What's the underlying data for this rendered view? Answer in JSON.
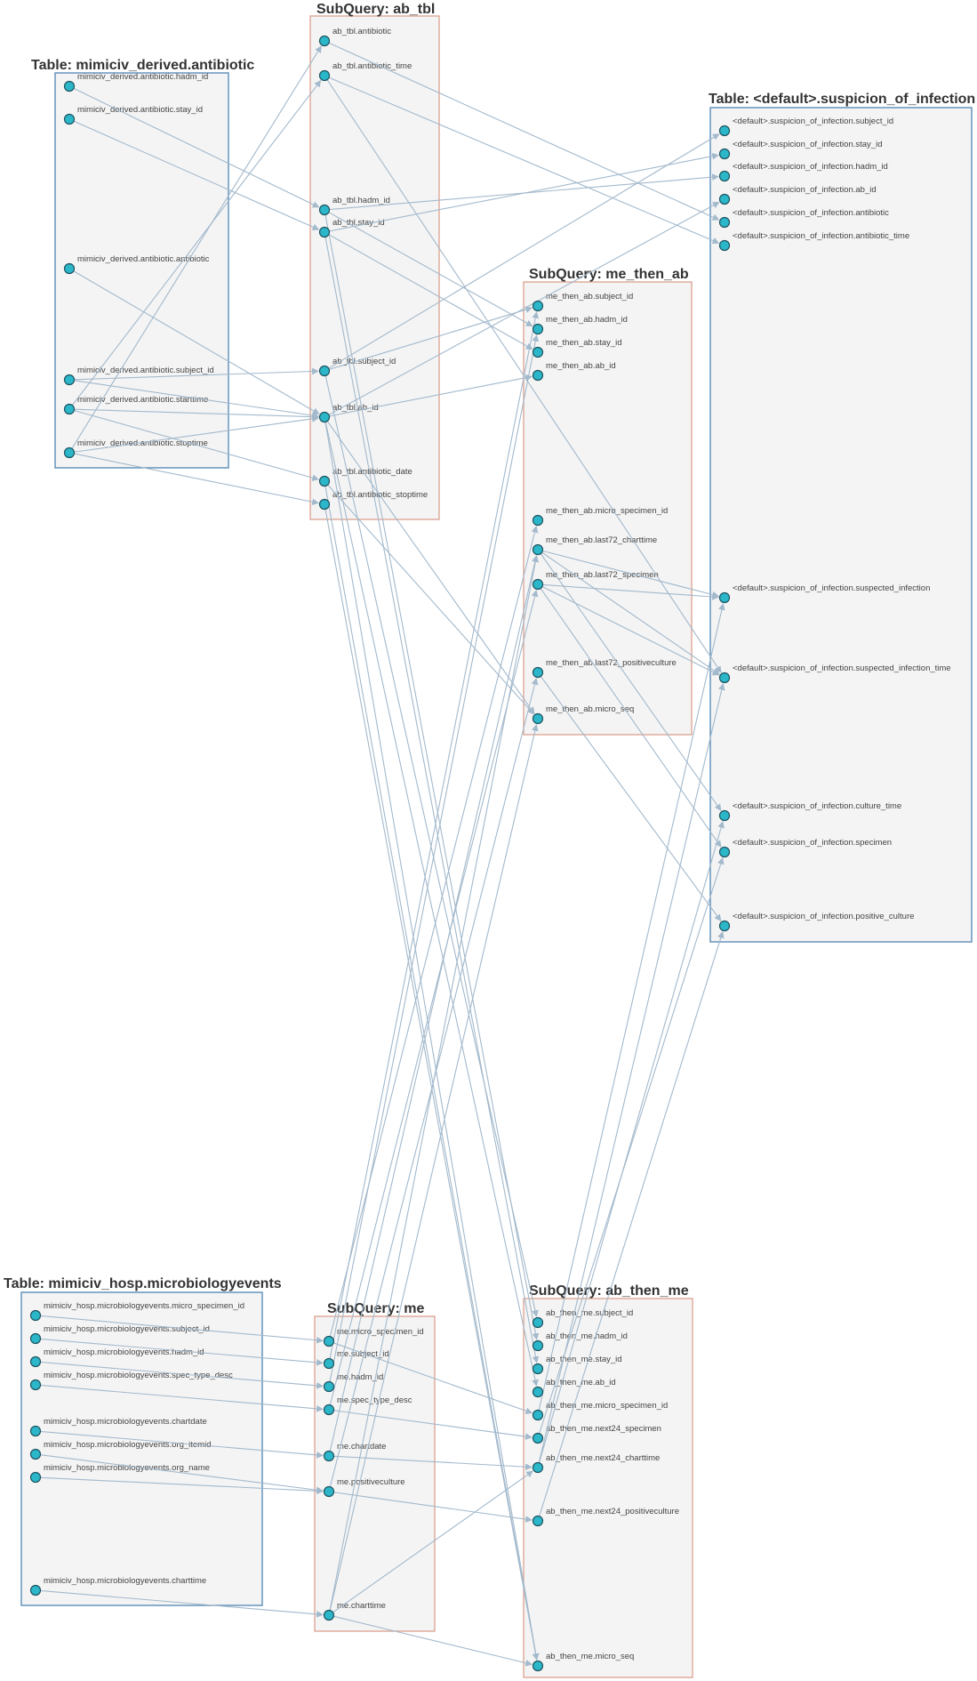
{
  "colors": {
    "table_border": "#5b8db8",
    "subquery_border": "#dea796",
    "box_fill": "#f4f4f4",
    "node_fill": "#2bb7c9",
    "node_stroke": "#1d5360",
    "edge": "#a3b9cc"
  },
  "boxes": [
    {
      "id": "abx",
      "kind": "table",
      "title": "Table: mimiciv_derived.antibiotic",
      "columns": [
        "mimiciv_derived.antibiotic.hadm_id",
        "mimiciv_derived.antibiotic.stay_id",
        "mimiciv_derived.antibiotic.antibiotic",
        "mimiciv_derived.antibiotic.subject_id",
        "mimiciv_derived.antibiotic.starttime",
        "mimiciv_derived.antibiotic.stoptime"
      ]
    },
    {
      "id": "ab",
      "kind": "subquery",
      "title": "SubQuery: ab_tbl",
      "columns": [
        "ab_tbl.antibiotic",
        "ab_tbl.antibiotic_time",
        "ab_tbl.hadm_id",
        "ab_tbl.stay_id",
        "ab_tbl.subject_id",
        "ab_tbl.ab_id",
        "ab_tbl.antibiotic_date",
        "ab_tbl.antibiotic_stoptime"
      ]
    },
    {
      "id": "soi",
      "kind": "table",
      "title": "Table: <default>.suspicion_of_infection",
      "columns": [
        "<default>.suspicion_of_infection.subject_id",
        "<default>.suspicion_of_infection.stay_id",
        "<default>.suspicion_of_infection.hadm_id",
        "<default>.suspicion_of_infection.ab_id",
        "<default>.suspicion_of_infection.antibiotic",
        "<default>.suspicion_of_infection.antibiotic_time",
        "<default>.suspicion_of_infection.suspected_infection",
        "<default>.suspicion_of_infection.suspected_infection_time",
        "<default>.suspicion_of_infection.culture_time",
        "<default>.suspicion_of_infection.specimen",
        "<default>.suspicion_of_infection.positive_culture"
      ]
    },
    {
      "id": "mta",
      "kind": "subquery",
      "title": "SubQuery: me_then_ab",
      "columns": [
        "me_then_ab.subject_id",
        "me_then_ab.hadm_id",
        "me_then_ab.stay_id",
        "me_then_ab.ab_id",
        "me_then_ab.micro_specimen_id",
        "me_then_ab.last72_charttime",
        "me_then_ab.last72_specimen",
        "me_then_ab.last72_positiveculture",
        "me_then_ab.micro_seq"
      ]
    },
    {
      "id": "mic",
      "kind": "table",
      "title": "Table: mimiciv_hosp.microbiologyevents",
      "columns": [
        "mimiciv_hosp.microbiologyevents.micro_specimen_id",
        "mimiciv_hosp.microbiologyevents.subject_id",
        "mimiciv_hosp.microbiologyevents.hadm_id",
        "mimiciv_hosp.microbiologyevents.spec_type_desc",
        "mimiciv_hosp.microbiologyevents.chartdate",
        "mimiciv_hosp.microbiologyevents.org_itemid",
        "mimiciv_hosp.microbiologyevents.org_name",
        "mimiciv_hosp.microbiologyevents.charttime"
      ]
    },
    {
      "id": "me",
      "kind": "subquery",
      "title": "SubQuery: me",
      "columns": [
        "me.micro_specimen_id",
        "me.subject_id",
        "me.hadm_id",
        "me.spec_type_desc",
        "me.chartdate",
        "me.positiveculture",
        "me.charttime"
      ]
    },
    {
      "id": "atm",
      "kind": "subquery",
      "title": "SubQuery: ab_then_me",
      "columns": [
        "ab_then_me.subject_id",
        "ab_then_me.hadm_id",
        "ab_then_me.stay_id",
        "ab_then_me.ab_id",
        "ab_then_me.micro_specimen_id",
        "ab_then_me.next24_specimen",
        "ab_then_me.next24_charttime",
        "ab_then_me.next24_positiveculture",
        "ab_then_me.micro_seq"
      ]
    }
  ],
  "edges": [
    [
      "abx.0",
      "ab.2"
    ],
    [
      "abx.1",
      "ab.3"
    ],
    [
      "abx.2",
      "ab.5"
    ],
    [
      "abx.3",
      "ab.4"
    ],
    [
      "abx.4",
      "ab.1"
    ],
    [
      "abx.4",
      "ab.5"
    ],
    [
      "abx.4",
      "ab.6"
    ],
    [
      "abx.5",
      "ab.0"
    ],
    [
      "abx.5",
      "ab.5"
    ],
    [
      "abx.5",
      "ab.7"
    ],
    [
      "abx.3",
      "ab.5"
    ],
    [
      "ab.0",
      "soi.4"
    ],
    [
      "ab.1",
      "soi.5"
    ],
    [
      "ab.2",
      "soi.2"
    ],
    [
      "ab.3",
      "soi.1"
    ],
    [
      "ab.4",
      "soi.0"
    ],
    [
      "ab.5",
      "soi.3"
    ],
    [
      "ab.2",
      "mta.1"
    ],
    [
      "ab.3",
      "mta.2"
    ],
    [
      "ab.4",
      "mta.0"
    ],
    [
      "ab.5",
      "mta.3"
    ],
    [
      "ab.5",
      "mta.8"
    ],
    [
      "ab.6",
      "mta.8"
    ],
    [
      "ab.1",
      "soi.7"
    ],
    [
      "ab.2",
      "atm.1"
    ],
    [
      "ab.3",
      "atm.2"
    ],
    [
      "ab.4",
      "atm.0"
    ],
    [
      "ab.5",
      "atm.3"
    ],
    [
      "ab.5",
      "atm.8"
    ],
    [
      "ab.6",
      "atm.8"
    ],
    [
      "ab.7",
      "atm.8"
    ],
    [
      "mic.0",
      "me.0"
    ],
    [
      "mic.1",
      "me.1"
    ],
    [
      "mic.2",
      "me.2"
    ],
    [
      "mic.3",
      "me.3"
    ],
    [
      "mic.4",
      "me.4"
    ],
    [
      "mic.5",
      "me.5"
    ],
    [
      "mic.6",
      "me.5"
    ],
    [
      "mic.7",
      "me.6"
    ],
    [
      "me.0",
      "mta.4"
    ],
    [
      "me.1",
      "mta.0"
    ],
    [
      "me.2",
      "mta.1"
    ],
    [
      "me.3",
      "mta.6"
    ],
    [
      "me.4",
      "mta.5"
    ],
    [
      "me.5",
      "mta.7"
    ],
    [
      "me.6",
      "mta.5"
    ],
    [
      "me.6",
      "mta.8"
    ],
    [
      "me.0",
      "atm.4"
    ],
    [
      "me.3",
      "atm.5"
    ],
    [
      "me.4",
      "atm.6"
    ],
    [
      "me.5",
      "atm.7"
    ],
    [
      "me.6",
      "atm.6"
    ],
    [
      "me.6",
      "atm.8"
    ],
    [
      "mta.5",
      "soi.7"
    ],
    [
      "mta.5",
      "soi.8"
    ],
    [
      "mta.6",
      "soi.6"
    ],
    [
      "mta.6",
      "soi.7"
    ],
    [
      "mta.6",
      "soi.9"
    ],
    [
      "mta.7",
      "soi.10"
    ],
    [
      "mta.5",
      "soi.6"
    ],
    [
      "atm.5",
      "soi.9"
    ],
    [
      "atm.6",
      "soi.7"
    ],
    [
      "atm.6",
      "soi.8"
    ],
    [
      "atm.7",
      "soi.10"
    ],
    [
      "atm.4",
      "soi.6"
    ]
  ]
}
